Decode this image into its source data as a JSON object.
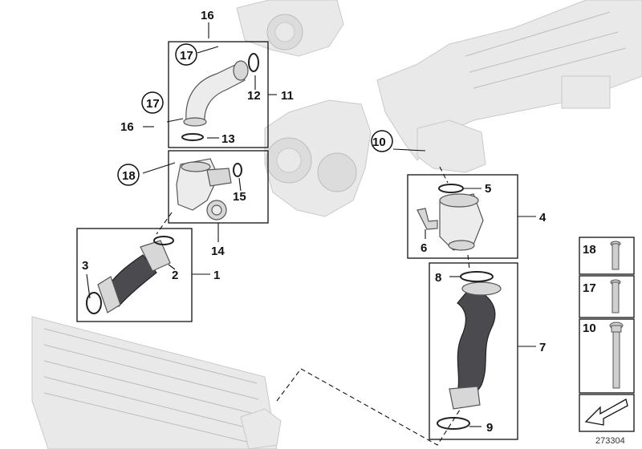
{
  "diagram": {
    "drawing_number": "273304",
    "callouts": {
      "c1": "1",
      "c2": "2",
      "c3": "3",
      "c4": "4",
      "c5": "5",
      "c6": "6",
      "c7": "7",
      "c8": "8",
      "c9": "9",
      "c10": "10",
      "c11": "11",
      "c12": "12",
      "c13": "13",
      "c14": "14",
      "c15": "15",
      "c16a": "16",
      "c16b": "16",
      "c17a": "17",
      "c17b": "17",
      "c18": "18"
    },
    "legend": [
      {
        "number": "18",
        "part": "bolt-short-icon"
      },
      {
        "number": "17",
        "part": "bolt-medium-icon"
      },
      {
        "number": "10",
        "part": "bolt-long-icon"
      }
    ]
  }
}
